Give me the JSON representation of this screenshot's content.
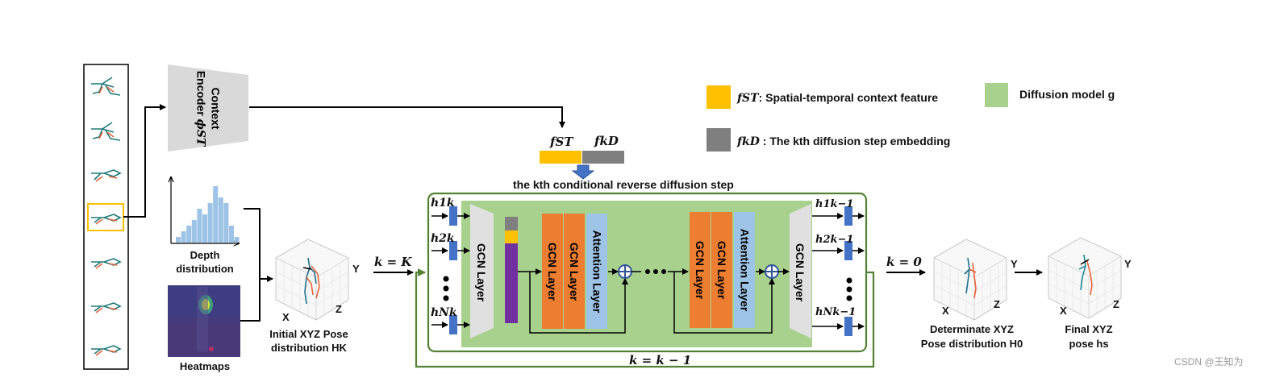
{
  "context_encoder": {
    "line1": "Context",
    "line2": "Encoder",
    "symbol": "ϕST"
  },
  "feature_bar": {
    "fst": "fST",
    "fd": "fkD"
  },
  "step_caption": "the kth conditional reverse diffusion step",
  "legend": {
    "fst_label": "fST",
    "fst_text": ": Spatial-temporal context feature",
    "fd_label": "fkD",
    "fd_text": " :  The kth diffusion step embedding",
    "diffusion_text": "Diffusion model g",
    "colors": {
      "fst": "#ffc000",
      "fd": "#7f7f7f",
      "diffusion": "#a9d18e"
    }
  },
  "inputs": {
    "depth_line1": "Depth",
    "depth_line2": "distribution",
    "heatmaps": "Heatmaps",
    "histogram_values": [
      1,
      2,
      3,
      4,
      6,
      5,
      7,
      10,
      8,
      7,
      3,
      1
    ]
  },
  "pose_initial": {
    "line1": "Initial XYZ Pose",
    "line2": "distribution HK",
    "x": "X",
    "y": "Y",
    "z": "Z"
  },
  "pose_determinate": {
    "line1": "Determinate XYZ",
    "line2": "Pose distribution H0",
    "x": "X",
    "y": "Y",
    "z": "Z"
  },
  "pose_final": {
    "line1": "Final XYZ",
    "line2": "pose hs",
    "x": "X",
    "y": "Y",
    "z": "Z"
  },
  "flow": {
    "k_start": "k = K",
    "k_end": "k = 0",
    "k_loop": "k = k − 1"
  },
  "hidden_inputs": [
    "h1k",
    "h2k",
    "hNk"
  ],
  "hidden_outputs": [
    "h1k−1",
    "h2k−1",
    "hNk−1"
  ],
  "layers": {
    "gcn_in": "GCN Layer",
    "gcn_a": "GCN Layer",
    "gcn_b": "GCN Layer",
    "attn_a": "Attention Layer",
    "gcn_c": "GCN Layer",
    "gcn_d": "GCN Layer",
    "attn_b": "Attention Layer",
    "gcn_out": "GCN Layer",
    "colors": {
      "gcn": "#ed7d31",
      "attn": "#9dc3e6",
      "trap": "#e0e0e0",
      "token": "#4472c4"
    }
  },
  "watermark": "CSDN @王知为"
}
